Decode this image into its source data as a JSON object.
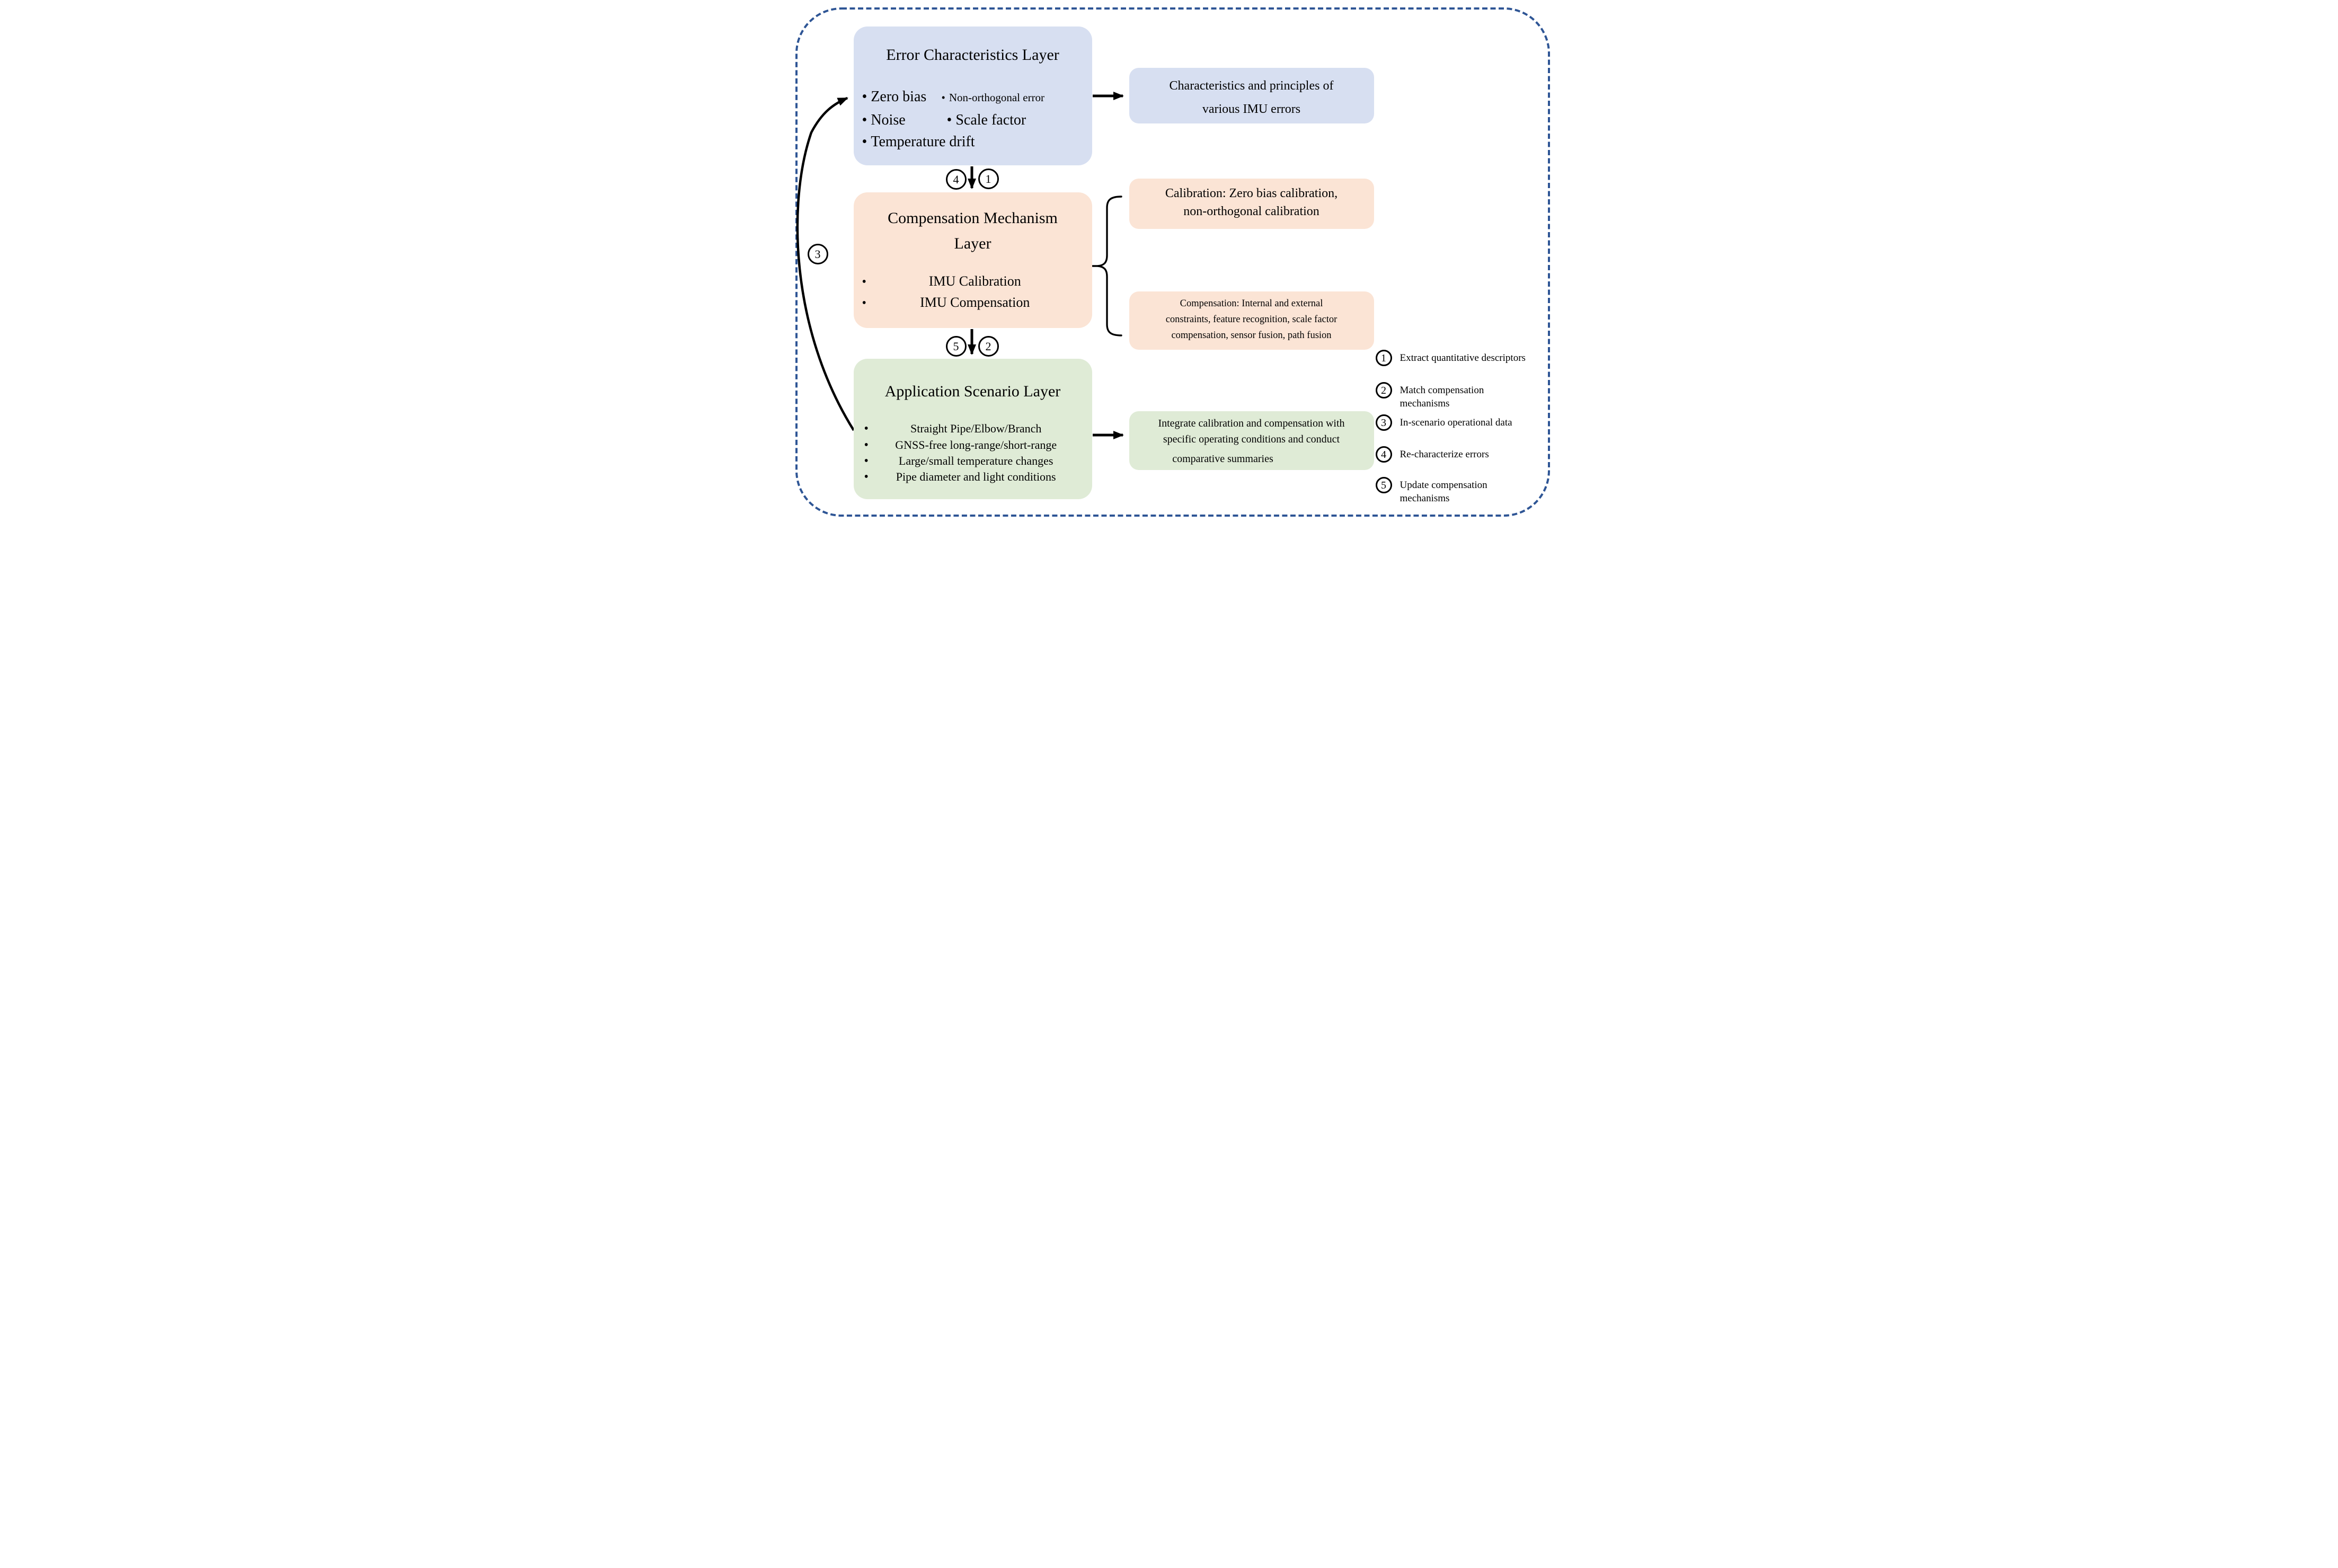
{
  "colors": {
    "frame_dash_blue": "#2E5595",
    "layer_blue_fill": "#D7DFF1",
    "layer_orange_fill": "#FBE4D5",
    "layer_green_fill": "#DFEBD6",
    "arrow_black": "#000000"
  },
  "error_layer": {
    "title": "Error Characteristics Layer",
    "bullets": [
      "Zero bias",
      "Non-orthogonal error",
      "Noise",
      "Scale factor",
      "Temperature drift"
    ]
  },
  "error_summary_box": {
    "line1": "Characteristics and principles of",
    "line2": "various IMU errors"
  },
  "compensation_layer": {
    "title_line1": "Compensation Mechanism",
    "title_line2": "Layer",
    "bullets": [
      "IMU Calibration",
      "IMU Compensation"
    ]
  },
  "calibration_box": {
    "line1": "Calibration: Zero bias calibration,",
    "line2": "non-orthogonal calibration"
  },
  "compensation_detail_box": {
    "line1": "Compensation: Internal and external",
    "line2": "constraints, feature recognition, scale factor",
    "line3": "compensation, sensor fusion, path fusion"
  },
  "application_layer": {
    "title": "Application Scenario Layer",
    "bullets": [
      "Straight Pipe/Elbow/Branch",
      "GNSS-free long-range/short-range",
      "Large/small temperature changes",
      "Pipe diameter and light conditions"
    ]
  },
  "integration_box": {
    "line1": "Integrate calibration and compensation with",
    "line2": "specific operating conditions and conduct",
    "line3": "comparative summaries"
  },
  "arrow_labels": {
    "down1_left": "4",
    "down1_right": "1",
    "down2_left": "5",
    "down2_right": "2",
    "feedback": "3"
  },
  "legend": [
    {
      "num": "1",
      "text": "Extract quantitative descriptors"
    },
    {
      "num": "2",
      "text": "Match compensation mechanisms"
    },
    {
      "num": "3",
      "text": "In-scenario operational data"
    },
    {
      "num": "4",
      "text": "Re-characterize errors"
    },
    {
      "num": "5",
      "text": "Update compensation mechanisms"
    }
  ]
}
